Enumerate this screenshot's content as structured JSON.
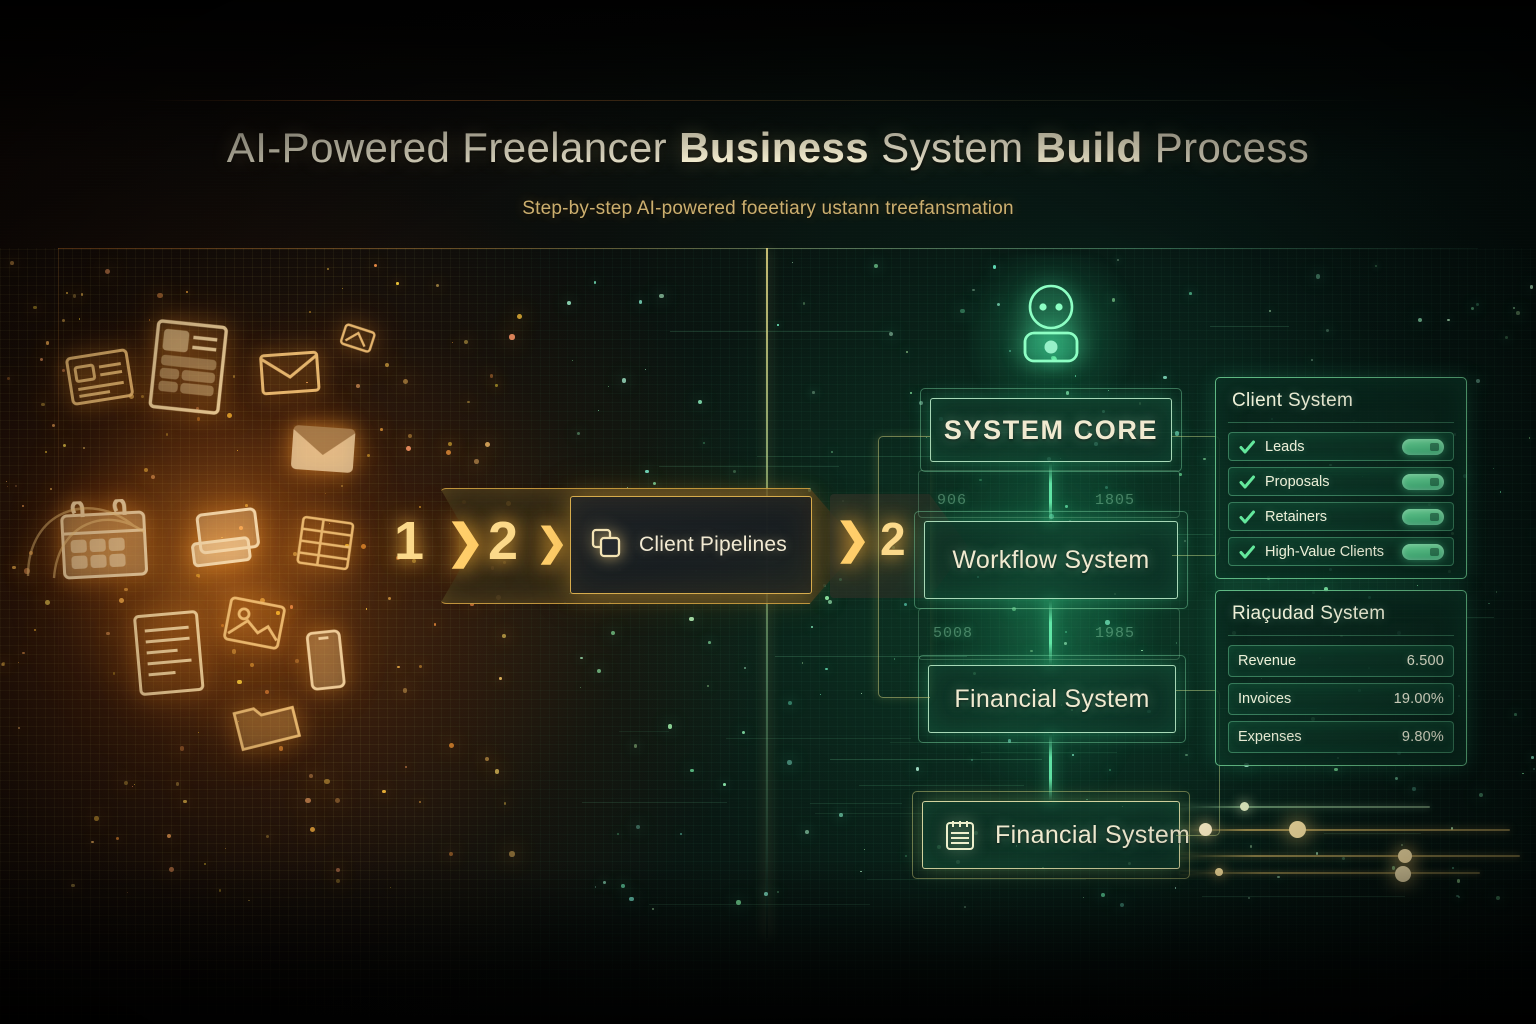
{
  "header": {
    "title_parts": [
      {
        "text": "AI-Powered Freelancer ",
        "weight": "light"
      },
      {
        "text": "Business ",
        "weight": "strong"
      },
      {
        "text": "System ",
        "weight": "light"
      },
      {
        "text": "Build ",
        "weight": "strong"
      },
      {
        "text": "Process",
        "weight": "light"
      }
    ],
    "title_plain": "AI-Powered Freelancer Business System Build Process",
    "subtitle": "Step-by-step AI-powered foeetiary ustann treefansmation"
  },
  "flow": {
    "step_one": "1",
    "chevron_a": "❯",
    "step_two": "2",
    "chevron_b": "❯",
    "card": {
      "label": "Client Pipelines",
      "icon": "copy-duplicate-icon"
    },
    "chevron_c": "❯",
    "step_three": "2"
  },
  "diagram": {
    "robot_icon": "ai-robot-icon",
    "nodes": [
      {
        "label": "SYSTEM CORE",
        "style": "core"
      },
      {
        "label": "Workflow System",
        "style": "plain"
      },
      {
        "label": "Financial System",
        "style": "plain"
      },
      {
        "label": "Financial System",
        "style": "icon",
        "icon": "document-lines-icon"
      }
    ],
    "connector_labels": [
      "906",
      "1805",
      "5008",
      "1985"
    ]
  },
  "panels": [
    {
      "title": "Client System",
      "kind": "checklist",
      "rows": [
        {
          "label": "Leads",
          "check": true,
          "badge": "toggle-pill"
        },
        {
          "label": "Proposals",
          "check": true,
          "badge": "toggle-pill"
        },
        {
          "label": "Retainers",
          "check": true,
          "badge": "toggle-pill"
        },
        {
          "label": "High-Value Clients",
          "check": true,
          "badge": "toggle-pill"
        }
      ]
    },
    {
      "title": "Riaçudad System",
      "kind": "metrics",
      "rows": [
        {
          "label": "Revenue",
          "value": "6.500"
        },
        {
          "label": "Invoices",
          "value": "19.00%"
        },
        {
          "label": "Expenses",
          "value": "9.80%"
        }
      ]
    }
  ],
  "colors": {
    "gold": "#e2b450",
    "gold_bright": "#fbd98a",
    "green_accent": "#6effb9",
    "green_border": "#78e1a0",
    "cream": "#f0ead0",
    "subtitle_amber": "#d7b874",
    "background": "#04060a"
  }
}
